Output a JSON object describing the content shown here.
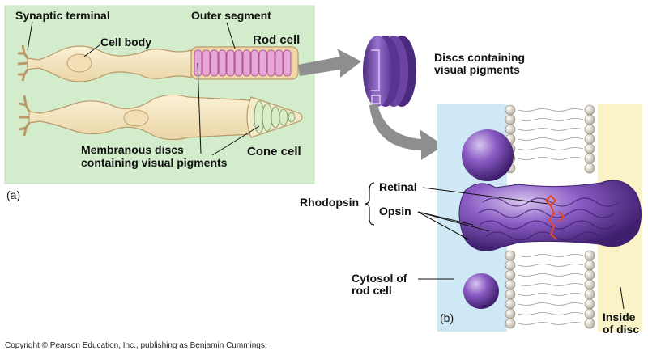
{
  "panel_a": {
    "tag": "(a)",
    "synaptic_terminal": "Synaptic terminal",
    "cell_body": "Cell body",
    "outer_segment": "Outer segment",
    "rod_cell": "Rod cell",
    "cone_cell": "Cone cell",
    "membranous_discs_line1": "Membranous discs",
    "membranous_discs_line2": "containing visual pigments"
  },
  "discs": {
    "line1": "Discs containing",
    "line2": "visual pigments"
  },
  "panel_b": {
    "tag": "(b)",
    "rhodopsin": "Rhodopsin",
    "retinal": "Retinal",
    "opsin": "Opsin",
    "cytosol_line1": "Cytosol of",
    "cytosol_line2": "rod cell",
    "inside_line1": "Inside",
    "inside_line2": "of disc"
  },
  "colors": {
    "panel_a_bg": "#d3edcc",
    "cytosol_bg": "#cfe8f5",
    "inside_bg": "#fbf3c8",
    "protein": "#7e4fb5",
    "arrow": "#8e8e8e"
  },
  "copyright": "Copyright © Pearson Education, Inc., publishing as Benjamin Cummings."
}
